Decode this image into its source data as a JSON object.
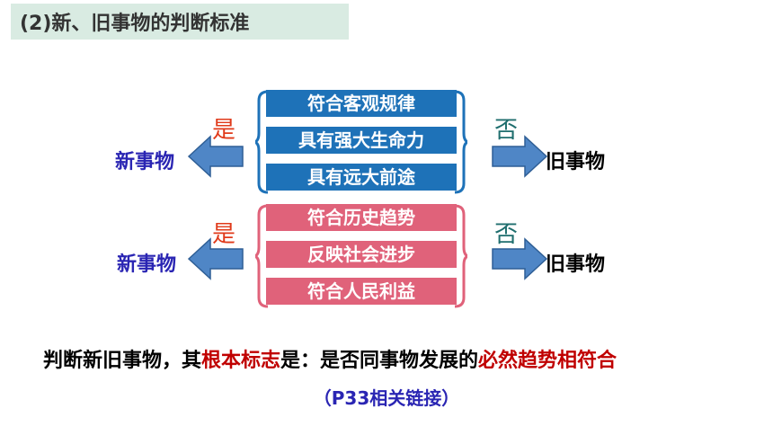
{
  "title": "(2)新、旧事物的判断标准",
  "group1": {
    "criteria": [
      "符合客观规律",
      "具有强大生命力",
      "具有远大前途"
    ],
    "yes_label": "是",
    "no_label": "否",
    "new_label": "新事物",
    "old_label": "旧事物",
    "box_color": "#1e72b8"
  },
  "group2": {
    "criteria": [
      "符合历史趋势",
      "反映社会进步",
      "符合人民利益"
    ],
    "yes_label": "是",
    "no_label": "否",
    "new_label": "新事物",
    "old_label": "旧事物",
    "box_color": "#e0627a"
  },
  "conclusion": {
    "part1": "判断新旧事物，其",
    "part2": "根本标志",
    "part3": "是：是否同事物发展的",
    "part4": "必然趋势相符合"
  },
  "reference": "（P33相关链接）"
}
